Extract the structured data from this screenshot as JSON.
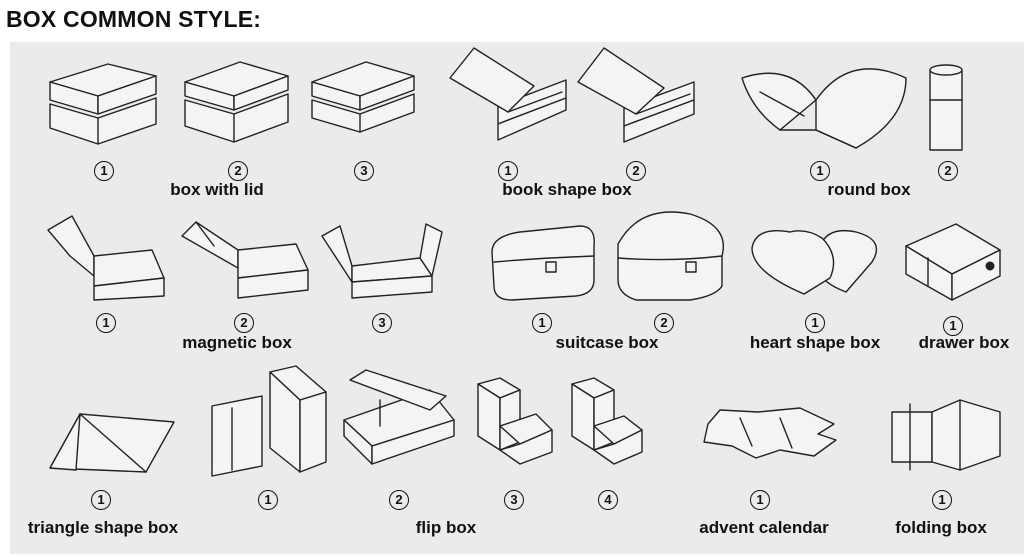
{
  "header": {
    "title": "BOX COMMON STYLE:"
  },
  "groups": {
    "box_with_lid": "box with lid",
    "book_shape_box": "book shape box",
    "round_box": "round box",
    "magnetic_box": "magnetic box",
    "suitcase_box": "suitcase box",
    "heart_shape_box": "heart shape box",
    "drawer_box": "drawer box",
    "triangle_shape_box": "triangle shape box",
    "flip_box": "flip box",
    "advent_calendar": "advent calendar",
    "folding_box": "folding box"
  },
  "numbers": {
    "n1": "1",
    "n2": "2",
    "n3": "3",
    "n4": "4"
  }
}
